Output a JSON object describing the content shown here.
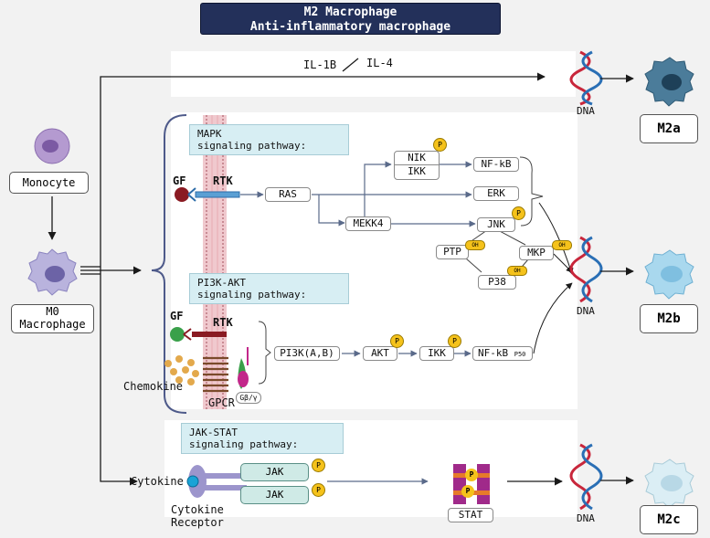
{
  "title": {
    "line1": "M2 Macrophage",
    "line2": "Anti-inflammatory macrophage"
  },
  "cells": {
    "monocyte": "Monocyte",
    "m0_line1": "M0",
    "m0_line2": "Macrophage"
  },
  "top_row": {
    "il1b": "IL-1B",
    "slash": "/",
    "il4": "IL-4"
  },
  "dna_label": "DNA",
  "outputs": {
    "m2a": "M2a",
    "m2b": "M2b",
    "m2c": "M2c"
  },
  "mapk": {
    "title_line1": "MAPK",
    "title_line2": "signaling pathway:",
    "gf": "GF",
    "rtk": "RTK",
    "ras": "RAS",
    "nik": "NIK",
    "ikk": "IKK",
    "nfkb": "NF-kB",
    "erk": "ERK",
    "mekk4": "MEKK4",
    "jnk": "JNK",
    "ptp": "PTP",
    "mkp": "MKP",
    "p38": "P38"
  },
  "pi3k": {
    "title_line1": "PI3K-AKT",
    "title_line2": "signaling pathway:",
    "gf": "GF",
    "rtk": "RTK",
    "chemokine": "Chemokine",
    "gpcr": "GPCR",
    "gby": "Gβ/γ",
    "pi3k": "PI3K(A,B)",
    "akt": "AKT",
    "ikk": "IKK",
    "nfkb": "NF-kB",
    "p50": "P50"
  },
  "jakstat": {
    "title_line1": "JAK-STAT",
    "title_line2": "signaling pathway:",
    "cytokine": "Cytokine",
    "receptor_line1": "Cytokine",
    "receptor_line2": "Receptor",
    "jak1": "JAK",
    "jak2": "JAK",
    "stat": "STAT"
  },
  "phospho": {
    "p": "P",
    "oh": "OH"
  },
  "colors": {
    "navy": "#23305a",
    "pathway_fill": "#d7eef3",
    "phospho_yellow": "#f5c21b",
    "dna_red": "#c8263b",
    "dna_blue": "#2a6fb5"
  }
}
